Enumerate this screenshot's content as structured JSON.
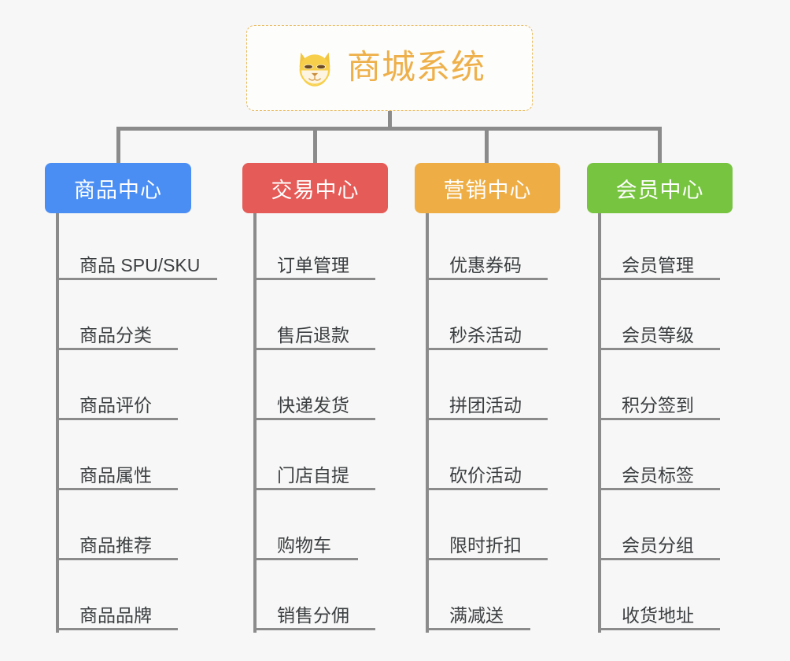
{
  "diagram": {
    "type": "org-chart-mindmap",
    "background_color": "#f7f7f7",
    "line_color": "#8b8b8b",
    "root": {
      "title": "商城系统",
      "icon": "dog-face-emoji",
      "text_color": "#eeb04a",
      "border_color": "#e9b95c",
      "background": "#fdfdfc"
    },
    "branches": [
      {
        "label": "商品中心",
        "color": "#4a8ef4",
        "leaves": [
          "商品 SPU/SKU",
          "商品分类",
          "商品评价",
          "商品属性",
          "商品推荐",
          "商品品牌"
        ]
      },
      {
        "label": "交易中心",
        "color": "#e55b57",
        "leaves": [
          "订单管理",
          "售后退款",
          "快递发货",
          "门店自提",
          "购物车",
          "销售分佣"
        ]
      },
      {
        "label": "营销中心",
        "color": "#eeae45",
        "leaves": [
          "优惠券码",
          "秒杀活动",
          "拼团活动",
          "砍价活动",
          "限时折扣",
          "满减送"
        ]
      },
      {
        "label": "会员中心",
        "color": "#76c43f",
        "leaves": [
          "会员管理",
          "会员等级",
          "积分签到",
          "会员标签",
          "会员分组",
          "收货地址"
        ]
      }
    ]
  }
}
